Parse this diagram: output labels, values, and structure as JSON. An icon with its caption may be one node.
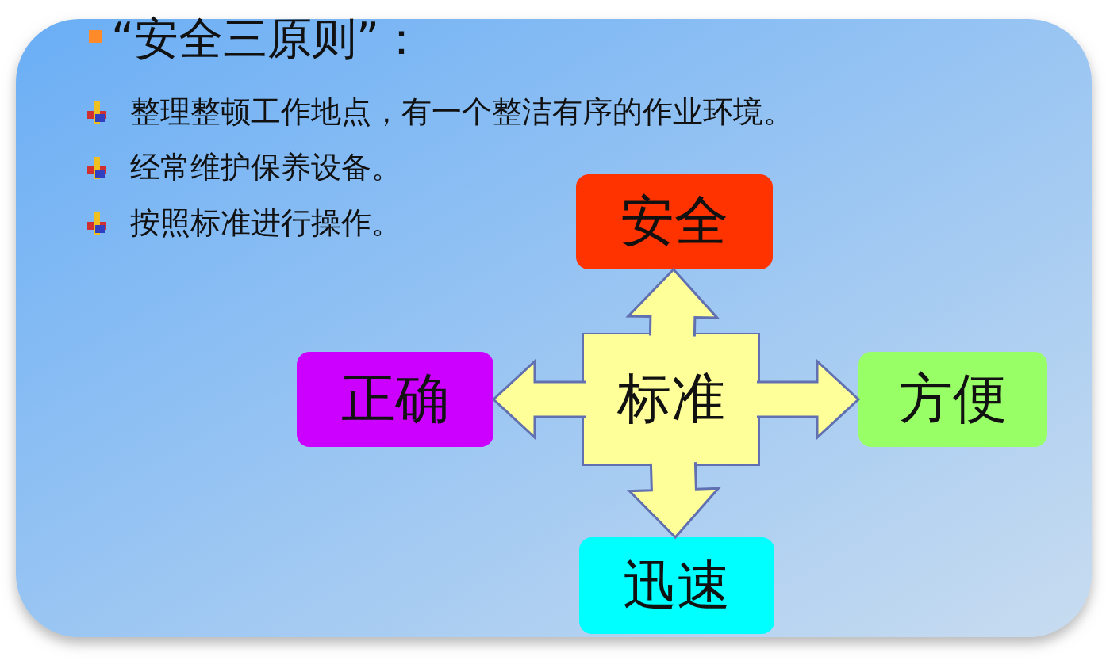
{
  "diagram": {
    "title": "“安全三原则”：",
    "nodes": [
      {
        "text": [
          "安全"
        ]
      },
      {
        "text": [
          "正确"
        ]
      },
      {
        "text": [
          "标准"
        ]
      },
      {
        "text": [
          "方便"
        ]
      },
      {
        "text": [
          "迅速"
        ]
      }
    ],
    "edges": [
      {
        "from": 2,
        "to": 0,
        "arrow": "to"
      },
      {
        "from": 2,
        "to": 1,
        "arrow": "to"
      },
      {
        "from": 2,
        "to": 3,
        "arrow": "to"
      },
      {
        "from": 2,
        "to": 4,
        "arrow": "to"
      }
    ],
    "labels": [
      "整理整顿工作地点，有一个整洁有序的作业环境。",
      "经常维护保养设备。",
      "按照标准进行操作。"
    ]
  }
}
